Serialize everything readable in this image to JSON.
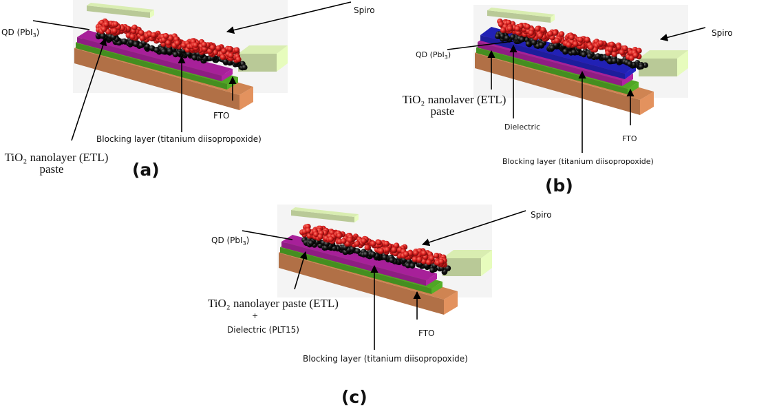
{
  "figure": {
    "panels": [
      {
        "id": "a",
        "panel_label": "(a)",
        "has_dielectric_layer": false,
        "labels": {
          "spiro": "Spiro",
          "qd_prefix": "QD (PbI",
          "qd_sub": "3",
          "qd_suffix": ")",
          "fto": "FTO",
          "blocking": "Blocking layer (titanium diisopropoxide)",
          "etl_line1": "TiO₂ nanolayer (ETL)",
          "etl_line2": "paste"
        }
      },
      {
        "id": "b",
        "panel_label": "(b)",
        "has_dielectric_layer": true,
        "labels": {
          "spiro": "Spiro",
          "qd_prefix": "QD (PbI",
          "qd_sub": "3",
          "qd_suffix": ")",
          "fto": "FTO",
          "blocking": "Blocking layer (titanium diisopropoxide)",
          "dielectric": "Dielectric",
          "etl_line1": "TiO₂ nanolaver (ETL)",
          "etl_line2": "paste"
        }
      },
      {
        "id": "c",
        "panel_label": "(c)",
        "has_dielectric_layer": false,
        "labels": {
          "spiro": "Spiro",
          "qd_prefix": "QD (PbI",
          "qd_sub": "3",
          "qd_suffix": ")",
          "fto": "FTO",
          "blocking": "Blocking layer (titanium diisopropoxide)",
          "etl_line1": "TiO₂ nanolayer  paste  (ETL)",
          "plus": "+",
          "dielectric": "Dielectric (PLT15)"
        }
      }
    ],
    "layer_colors": {
      "fto": "#c07a4c",
      "fto_side": "#e3925e",
      "blocking": "#4a9a23",
      "etl": "#9b1e8e",
      "dielectric": "#1f1fa8",
      "contact": "#c9dba4",
      "spiro": "#d81e1e",
      "qd": "#151515",
      "background": "#f4f4f4"
    }
  }
}
